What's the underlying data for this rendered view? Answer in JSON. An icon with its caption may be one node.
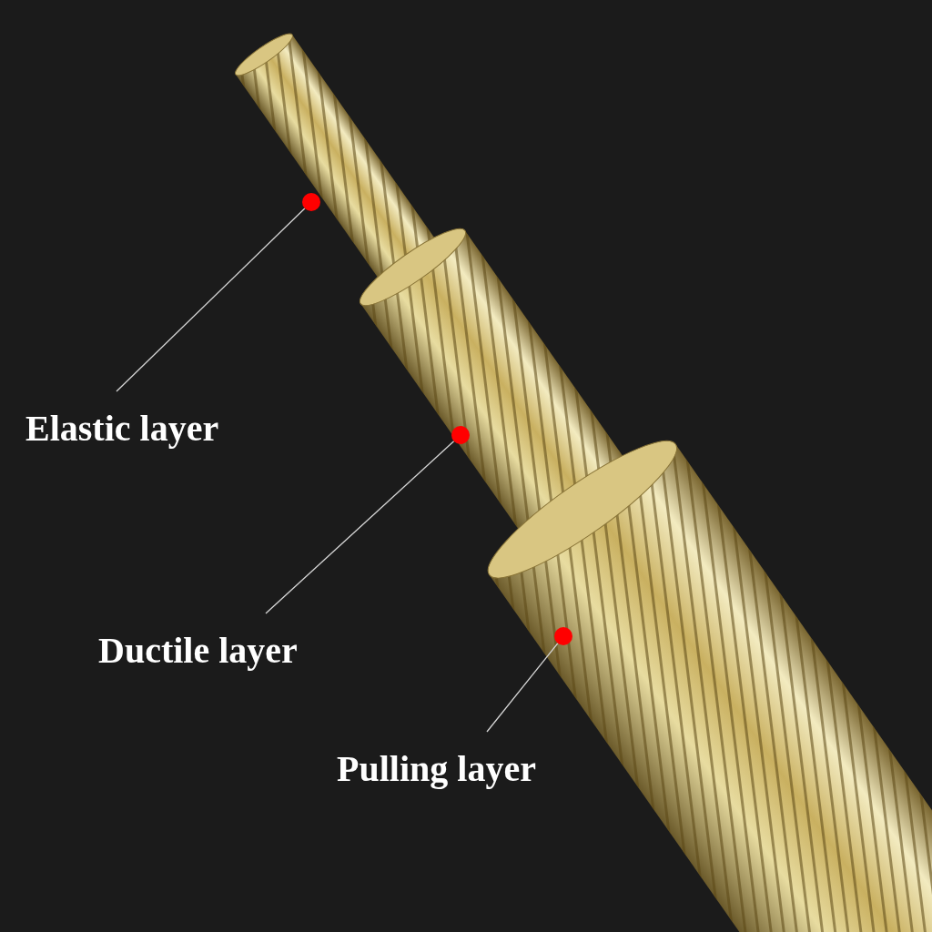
{
  "diagram": {
    "nodes": [
      {
        "text": [
          "Elastic layer"
        ]
      },
      {
        "text": [
          "Ductile layer"
        ]
      },
      {
        "text": [
          "Pulling layer"
        ]
      },
      {
        "text": [],
        "shape": "circle"
      },
      {
        "text": [],
        "shape": "circle"
      },
      {
        "text": [],
        "shape": "circle"
      }
    ],
    "edges": [
      {
        "from": 0,
        "to": 3,
        "arrow": "none"
      },
      {
        "from": 1,
        "to": 4,
        "arrow": "none"
      },
      {
        "from": 2,
        "to": 5,
        "arrow": "none"
      }
    ]
  }
}
